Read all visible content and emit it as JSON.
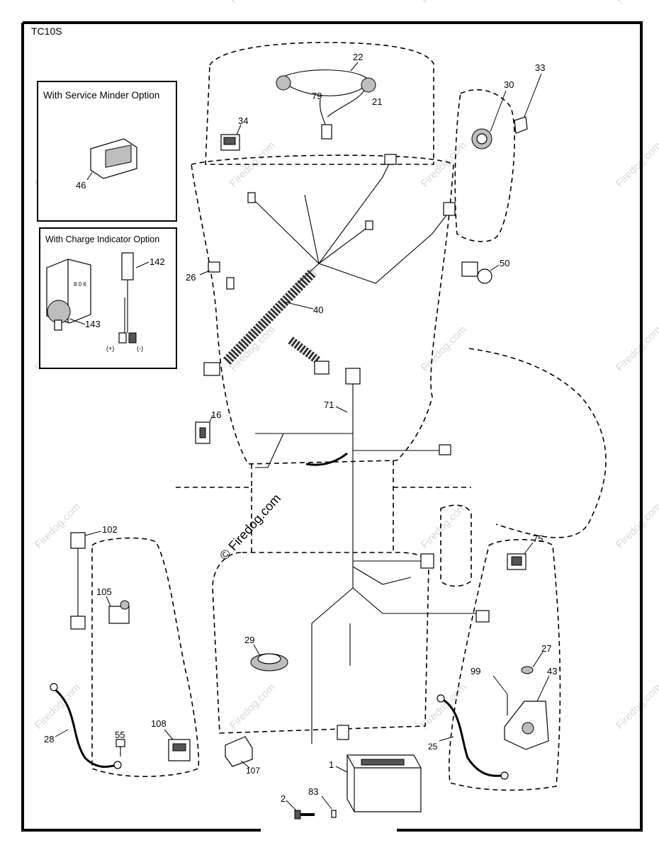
{
  "diagram_id": "TC10S",
  "insets": [
    {
      "title": "With Service Minder Option",
      "parts": [
        "46"
      ]
    },
    {
      "title": "With Charge Indicator Option",
      "parts": [
        "142",
        "143"
      ],
      "terminal_labels": [
        "(+)",
        "(-)"
      ]
    }
  ],
  "callouts": [
    "22",
    "21",
    "79",
    "34",
    "30",
    "33",
    "26",
    "40",
    "50",
    "16",
    "71",
    "102",
    "105",
    "75",
    "29",
    "27",
    "99",
    "43",
    "28",
    "55",
    "108",
    "107",
    "25",
    "1",
    "2",
    "83"
  ],
  "watermark": {
    "text": "Firedog.com",
    "center_text": "© Firedog.com"
  },
  "colors": {
    "line": "#000000",
    "watermark": "#d8d8d8",
    "background": "#ffffff"
  }
}
